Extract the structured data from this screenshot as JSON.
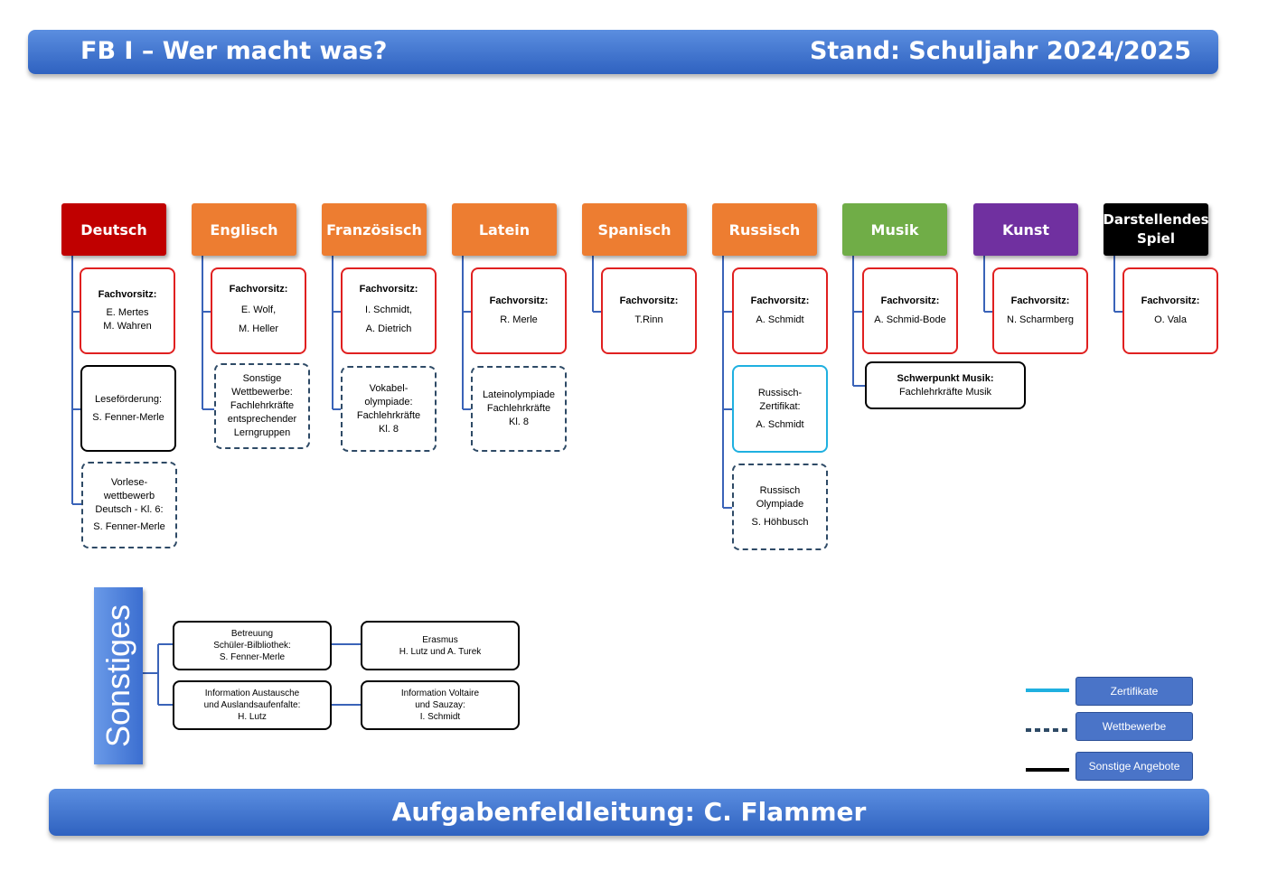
{
  "header": {
    "title": "FB I – Wer macht was?",
    "status": "Stand: Schuljahr 2024/2025"
  },
  "subjects": [
    {
      "name": "Deutsch",
      "color": "#c00000"
    },
    {
      "name": "Englisch",
      "color": "#ed7d31"
    },
    {
      "name": "Französisch",
      "color": "#ed7d31"
    },
    {
      "name": "Latein",
      "color": "#ed7d31"
    },
    {
      "name": "Spanisch",
      "color": "#ed7d31"
    },
    {
      "name": "Russisch",
      "color": "#ed7d31"
    },
    {
      "name": "Musik",
      "color": "#70ad47"
    },
    {
      "name": "Kunst",
      "color": "#7030a0"
    },
    {
      "name": "Darstellendes\nSpiel",
      "color": "#000000"
    }
  ],
  "fachvorsitz_label": "Fachvorsitz:",
  "chairs": [
    "E. Mertes\nM. Wahren",
    "E. Wolf,\nM. Heller",
    "I. Schmidt,\nA. Dietrich",
    "R. Merle",
    "T.Rinn",
    "A. Schmidt",
    "A. Schmid-Bode",
    "N. Scharmberg",
    "O. Vala"
  ],
  "offers": {
    "deutsch_lese": {
      "label": "Leseförderung:",
      "person": "S. Fenner-Merle"
    },
    "deutsch_vorlese": {
      "label": "Vorlese-\nwettbewerb\nDeutsch - Kl. 6:",
      "person": "S. Fenner-Merle"
    },
    "englisch_sonstige": {
      "text": "Sonstige\nWettbewerbe:\nFachlehrkräfte\nentsprechender\nLerngruppen"
    },
    "franz_vokabel": {
      "text": "Vokabel-\nolympiade:\nFachlehrkräfte\nKl. 8"
    },
    "latein_olymp": {
      "text": "Lateinolympiade\nFachlehrkräfte\nKl. 8"
    },
    "russisch_zert": {
      "label": "Russisch-\nZertifikat:",
      "person": "A. Schmidt"
    },
    "russisch_olymp": {
      "label": "Russisch\nOlympiade",
      "person": "S. Höhbusch"
    },
    "musik_schwer": {
      "label": "Schwerpunkt Musik:",
      "person": "Fachlehrkräfte Musik"
    }
  },
  "sonstiges": {
    "title": "Sonstiges",
    "items": [
      "Betreuung\nSchüler-Bilbliothek:\nS. Fenner-Merle",
      "Erasmus\nH. Lutz und A. Turek",
      "Information Austausche\nund Auslandsaufenfalte:\nH. Lutz",
      "Information Voltaire\nund Sauzay:\nI. Schmidt"
    ]
  },
  "legend": [
    {
      "label": "Zertifikate",
      "line_color": "#1fb0e0",
      "line_style": "solid"
    },
    {
      "label": "Wettbewerbe",
      "line_color": "#2e4a66",
      "line_style": "dashed"
    },
    {
      "label": "Sonstige Angebote",
      "line_color": "#000000",
      "line_style": "solid"
    }
  ],
  "footer": {
    "text": "Aufgabenfeldleitung: C. Flammer"
  }
}
